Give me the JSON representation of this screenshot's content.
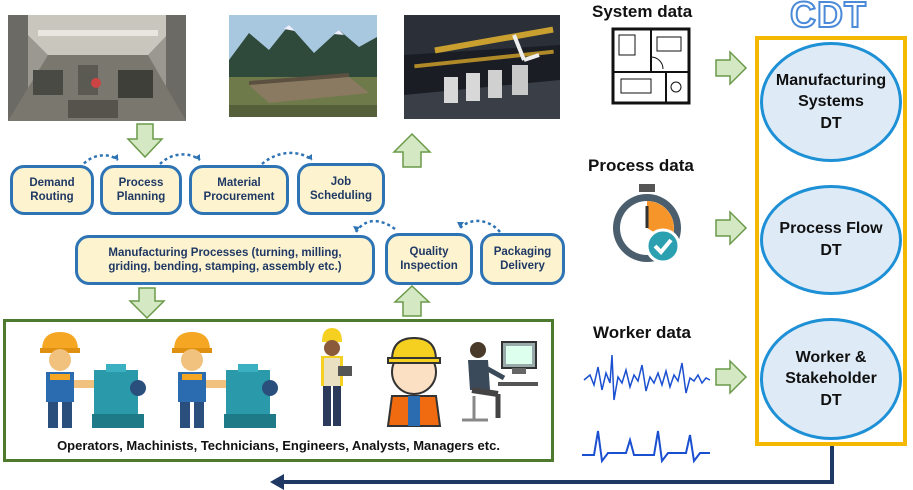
{
  "headers": {
    "system_data": "System data",
    "process_data": "Process data",
    "worker_data": "Worker data",
    "cdt": "CDT"
  },
  "processes": {
    "demand_routing": "Demand\nRouting",
    "process_planning": "Process\nPlanning",
    "material_procurement": "Material\nProcurement",
    "job_scheduling": "Job\nScheduling",
    "manufacturing_processes": "Manufacturing Processes (turning, milling,\ngriding, bending, stamping, assembly etc.)",
    "quality_inspection": "Quality\nInspection",
    "packaging_delivery": "Packaging\nDelivery"
  },
  "digital_twins": {
    "manufacturing_systems": "Manufacturing\nSystems\nDT",
    "process_flow": "Process Flow\nDT",
    "worker_stakeholder": "Worker &\nStakeholder\nDT"
  },
  "workers": {
    "caption": "Operators, Machinists, Technicians, Engineers, Analysts, Managers etc."
  },
  "icons": {
    "system": "floor-plan-icon",
    "process": "stopwatch-check-icon",
    "worker": "signal-wave-icon"
  },
  "colors": {
    "box_fill": "#fdf4cf",
    "box_border": "#2e74b5",
    "cdt_frame": "#f5b800",
    "dt_fill": "#deeaf6",
    "arrow_green": "#d5e8c4",
    "feedback_arrow": "#1f3864"
  }
}
